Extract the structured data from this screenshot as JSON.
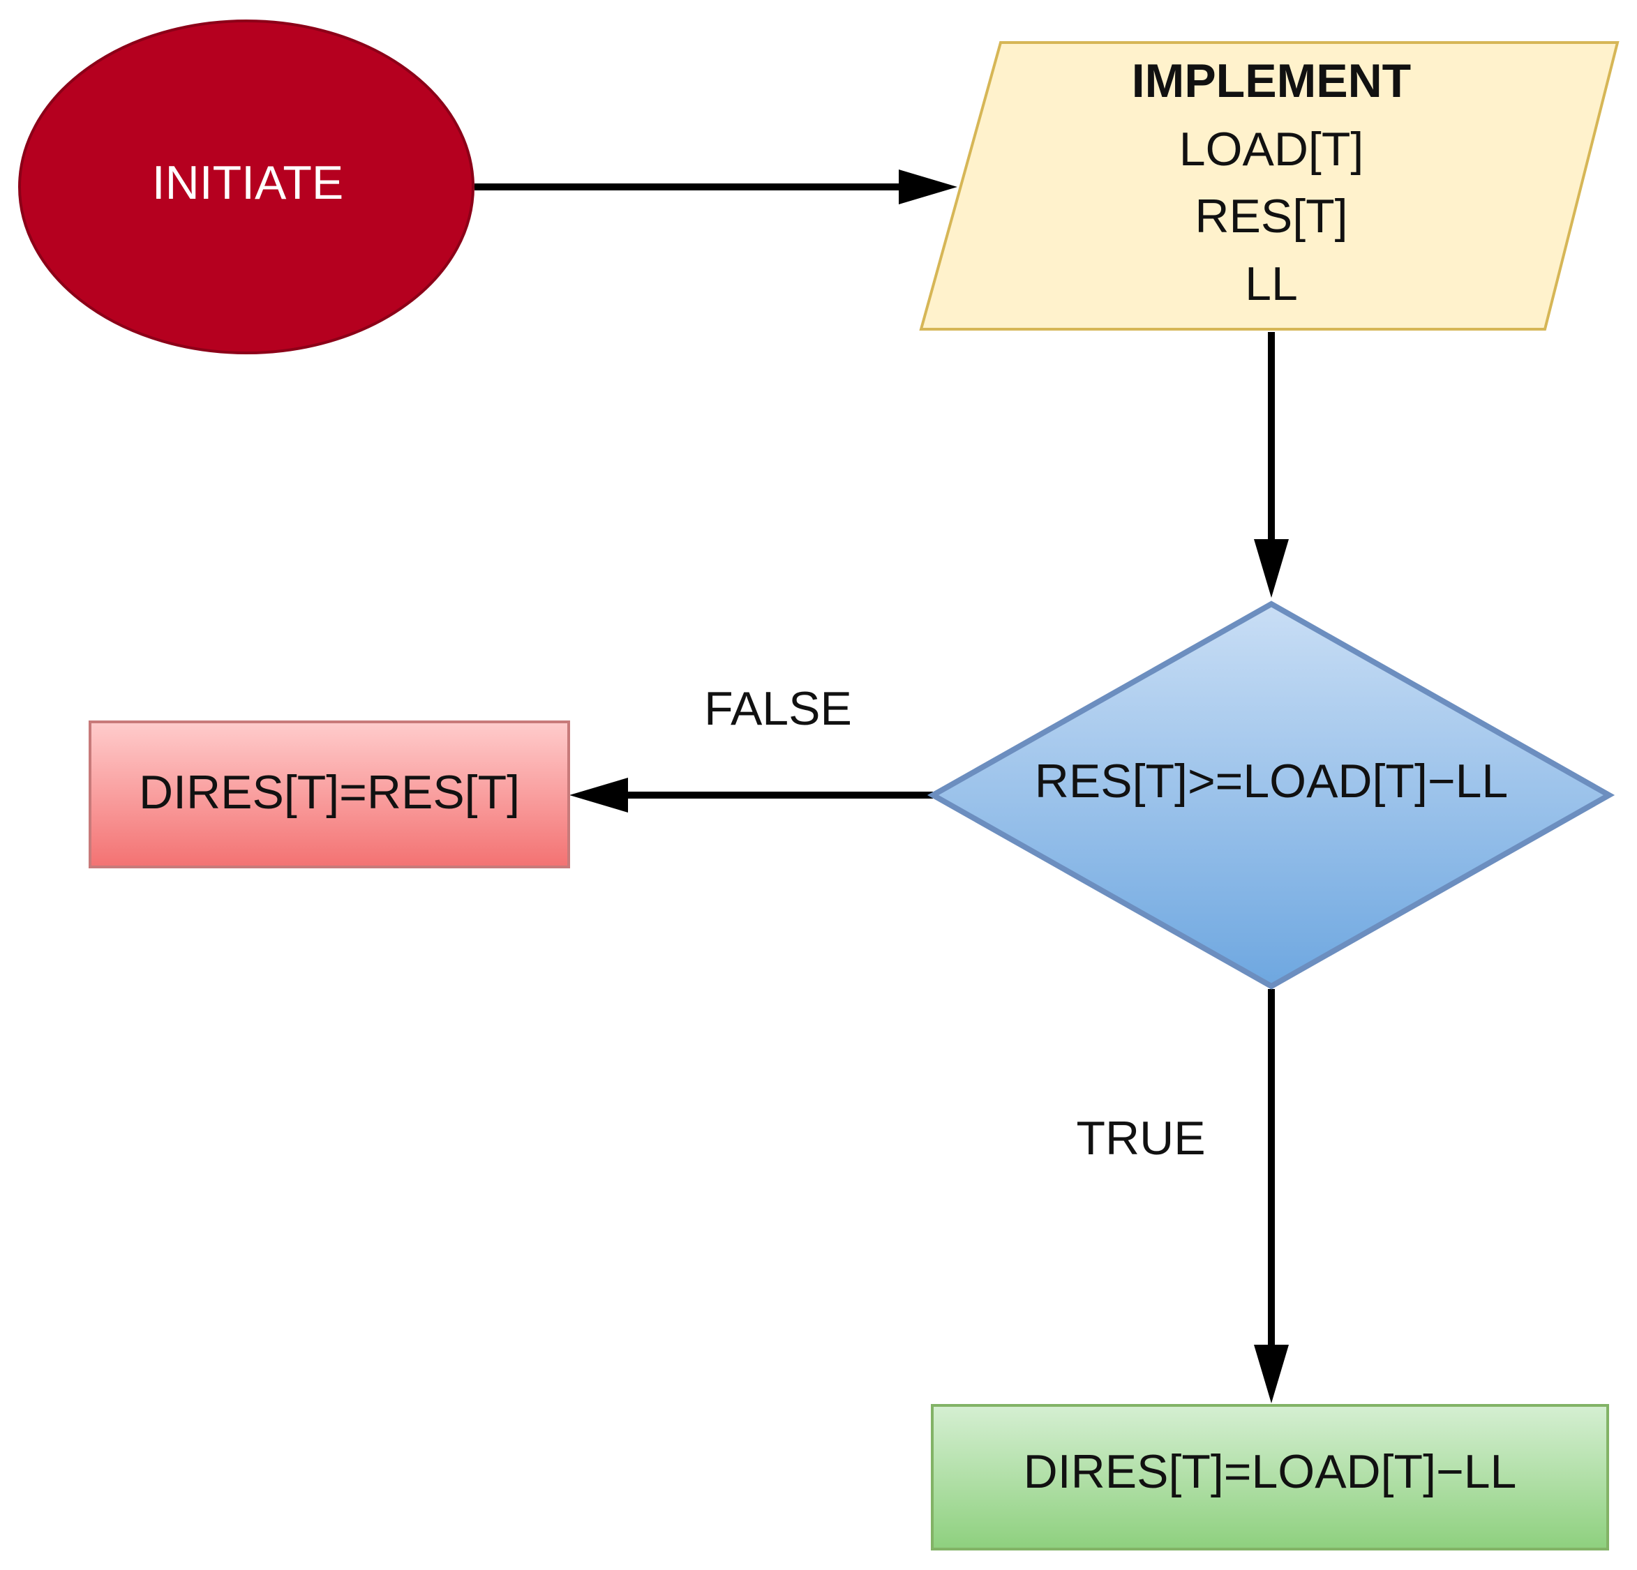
{
  "nodes": {
    "initiate": {
      "label": "INITIATE"
    },
    "implement": {
      "title": "IMPLEMENT",
      "lines": [
        "LOAD[T]",
        "RES[T]",
        "LL"
      ]
    },
    "decision": {
      "label": "RES[T]>=LOAD[T]−LL"
    },
    "false_result": {
      "label": "DIRES[T]=RES[T]"
    },
    "true_result": {
      "label": "DIRES[T]=LOAD[T]−LL"
    }
  },
  "edges": {
    "false_label": "FALSE",
    "true_label": "TRUE"
  },
  "colors": {
    "initiate_fill": "#b5001f",
    "implement_fill": "#fff2cc",
    "implement_stroke": "#d6b656",
    "decision_fill_top": "#c9def5",
    "decision_fill_bottom": "#6ea7e0",
    "decision_stroke": "#6c8ebf",
    "false_fill_top": "#ffcccc",
    "false_fill_bottom": "#f37272",
    "false_stroke": "#c87a7a",
    "true_fill_top": "#d5efd2",
    "true_fill_bottom": "#8ed07e",
    "true_stroke": "#82b366",
    "arrow": "#000000"
  }
}
